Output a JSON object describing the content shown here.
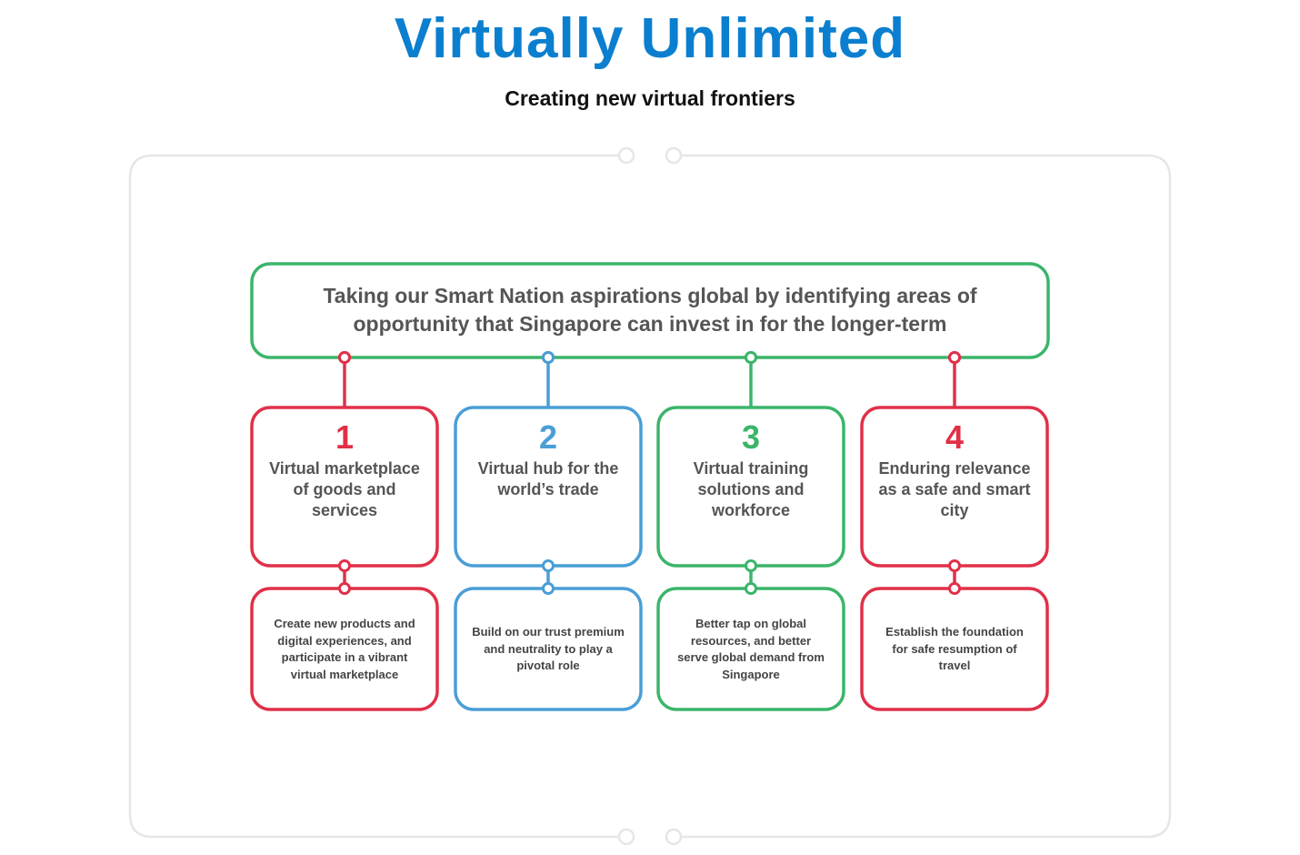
{
  "title": "Virtually Unlimited",
  "subtitle": "Creating new virtual frontiers",
  "colors": {
    "title_blue": "#0b7fcf",
    "red": "#e03048",
    "blue": "#4a9ed6",
    "green": "#3bb56a",
    "frame_gray": "#e6e6e6",
    "text_gray": "#555555"
  },
  "header": {
    "text": "Taking our Smart Nation aspirations global by identifying areas of opportunity that Singapore can invest in for the longer-term"
  },
  "pillars": [
    {
      "number": "1",
      "label": "Virtual marketplace of goods and services",
      "description": "Create new products and digital experiences, and participate in a vibrant virtual marketplace",
      "color": "#e03048"
    },
    {
      "number": "2",
      "label": "Virtual hub for the world’s trade",
      "description": "Build on our trust premium and neutrality to play a pivotal role",
      "color": "#4a9ed6"
    },
    {
      "number": "3",
      "label": "Virtual training solutions and workforce",
      "description": "Better tap on global resources, and better serve global demand from Singapore",
      "color": "#3bb56a"
    },
    {
      "number": "4",
      "label": "Enduring relevance as a safe and smart city",
      "description": "Establish the foundation for safe resumption of travel",
      "color": "#e03048"
    }
  ]
}
